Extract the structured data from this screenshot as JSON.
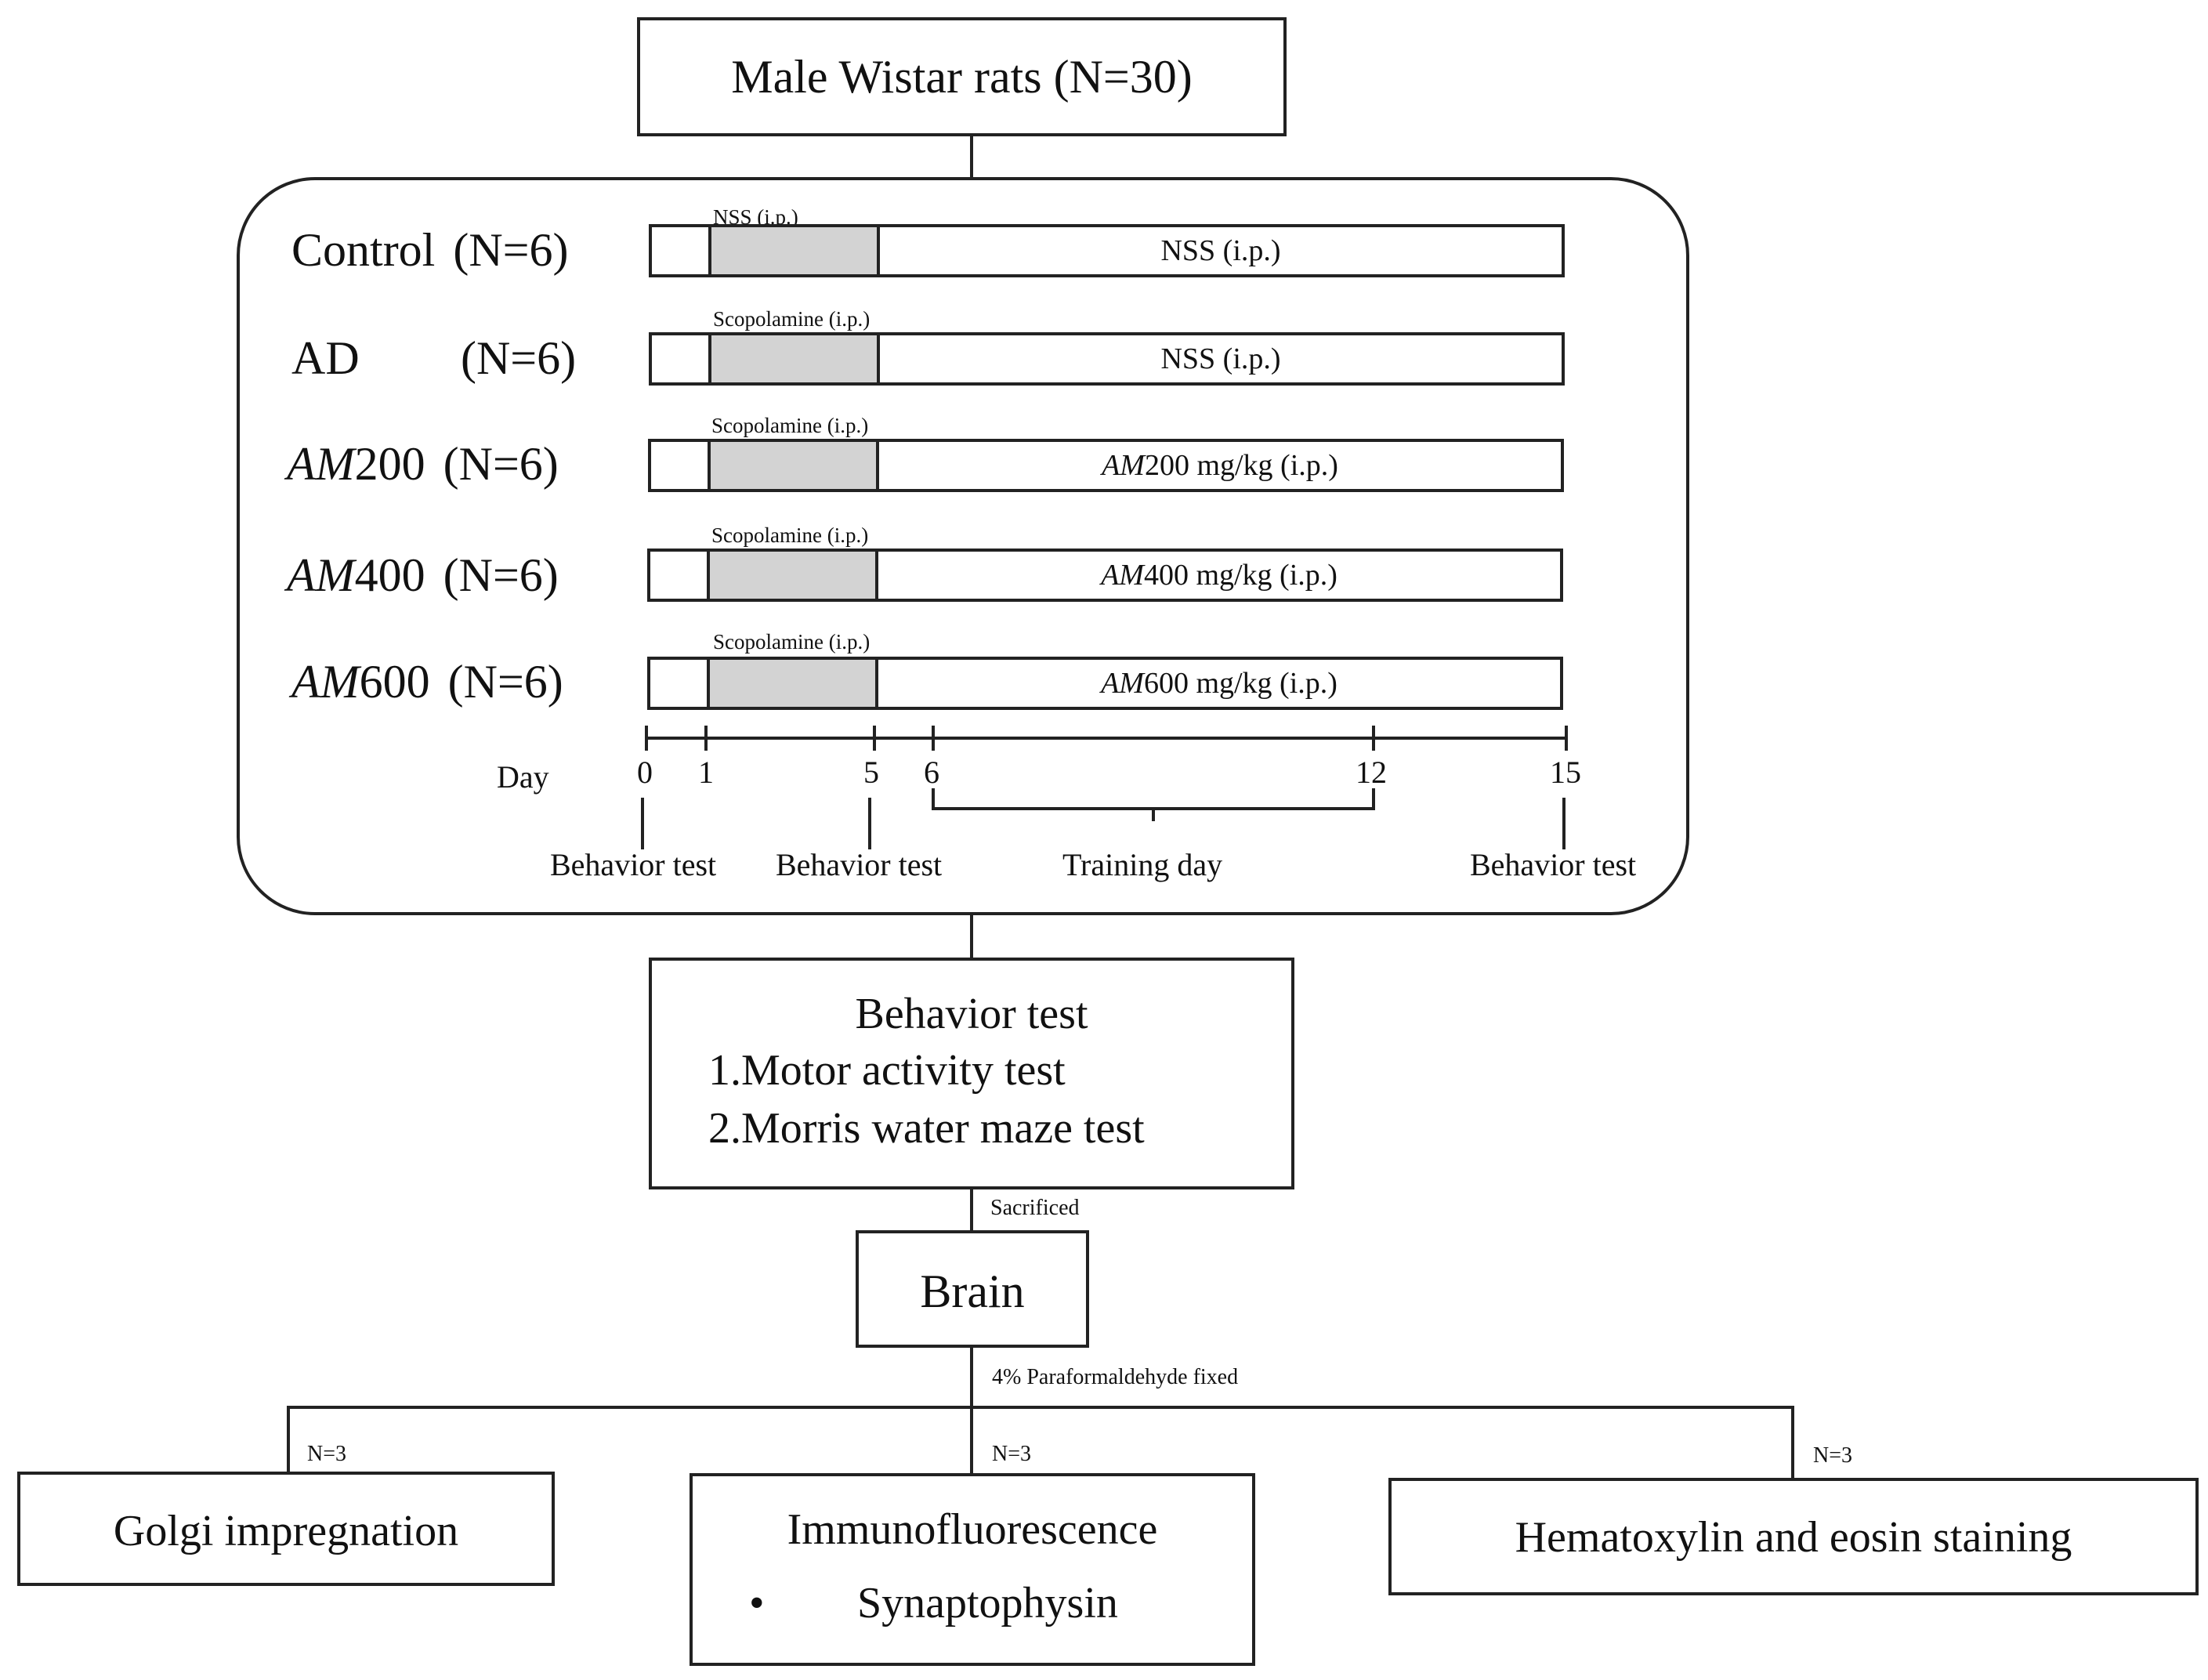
{
  "top_box": "Male Wistar rats (N=30)",
  "groups": [
    {
      "name": "Control",
      "n": "(N=6)",
      "pretreat": "NSS (i.p.)",
      "treat_prefix": "",
      "treat": "NSS (i.p.)"
    },
    {
      "name": "AD",
      "n": "(N=6)",
      "pretreat": "Scopolamine (i.p.)",
      "treat_prefix": "",
      "treat": "NSS (i.p.)"
    },
    {
      "name_italic": "AM",
      "name_rest": "200",
      "n": "(N=6)",
      "pretreat": "Scopolamine (i.p.)",
      "treat_prefix": "AM",
      "treat": " 200 mg/kg  (i.p.)"
    },
    {
      "name_italic": "AM",
      "name_rest": "400",
      "n": "(N=6)",
      "pretreat": "Scopolamine (i.p.)",
      "treat_prefix": "AM",
      "treat": " 400 mg/kg  (i.p.)"
    },
    {
      "name_italic": "AM",
      "name_rest": "600",
      "n": "(N=6)",
      "pretreat": "Scopolamine (i.p.)",
      "treat_prefix": "AM",
      "treat": " 600 mg/kg  (i.p.)"
    }
  ],
  "timeline": {
    "day_label": "Day",
    "ticks": [
      "0",
      "1",
      "5",
      "6",
      "12",
      "15"
    ],
    "events": [
      "Behavior test",
      "Behavior test",
      "Training day",
      "Behavior test"
    ]
  },
  "behavior_box": {
    "title": "Behavior test",
    "items": [
      "1.Motor activity test",
      "2.Morris water maze test"
    ]
  },
  "sacrificed_label": "Sacrificed",
  "brain_box": "Brain",
  "fixed_label": "4% Paraformaldehyde fixed",
  "branches": [
    {
      "n": "N=3",
      "label": "Golgi impregnation"
    },
    {
      "n": "N=3",
      "label": "Immunofluorescence",
      "bullet": "•",
      "sub": "Synaptophysin"
    },
    {
      "n": "N=3",
      "label": "Hematoxylin and eosin staining"
    }
  ]
}
